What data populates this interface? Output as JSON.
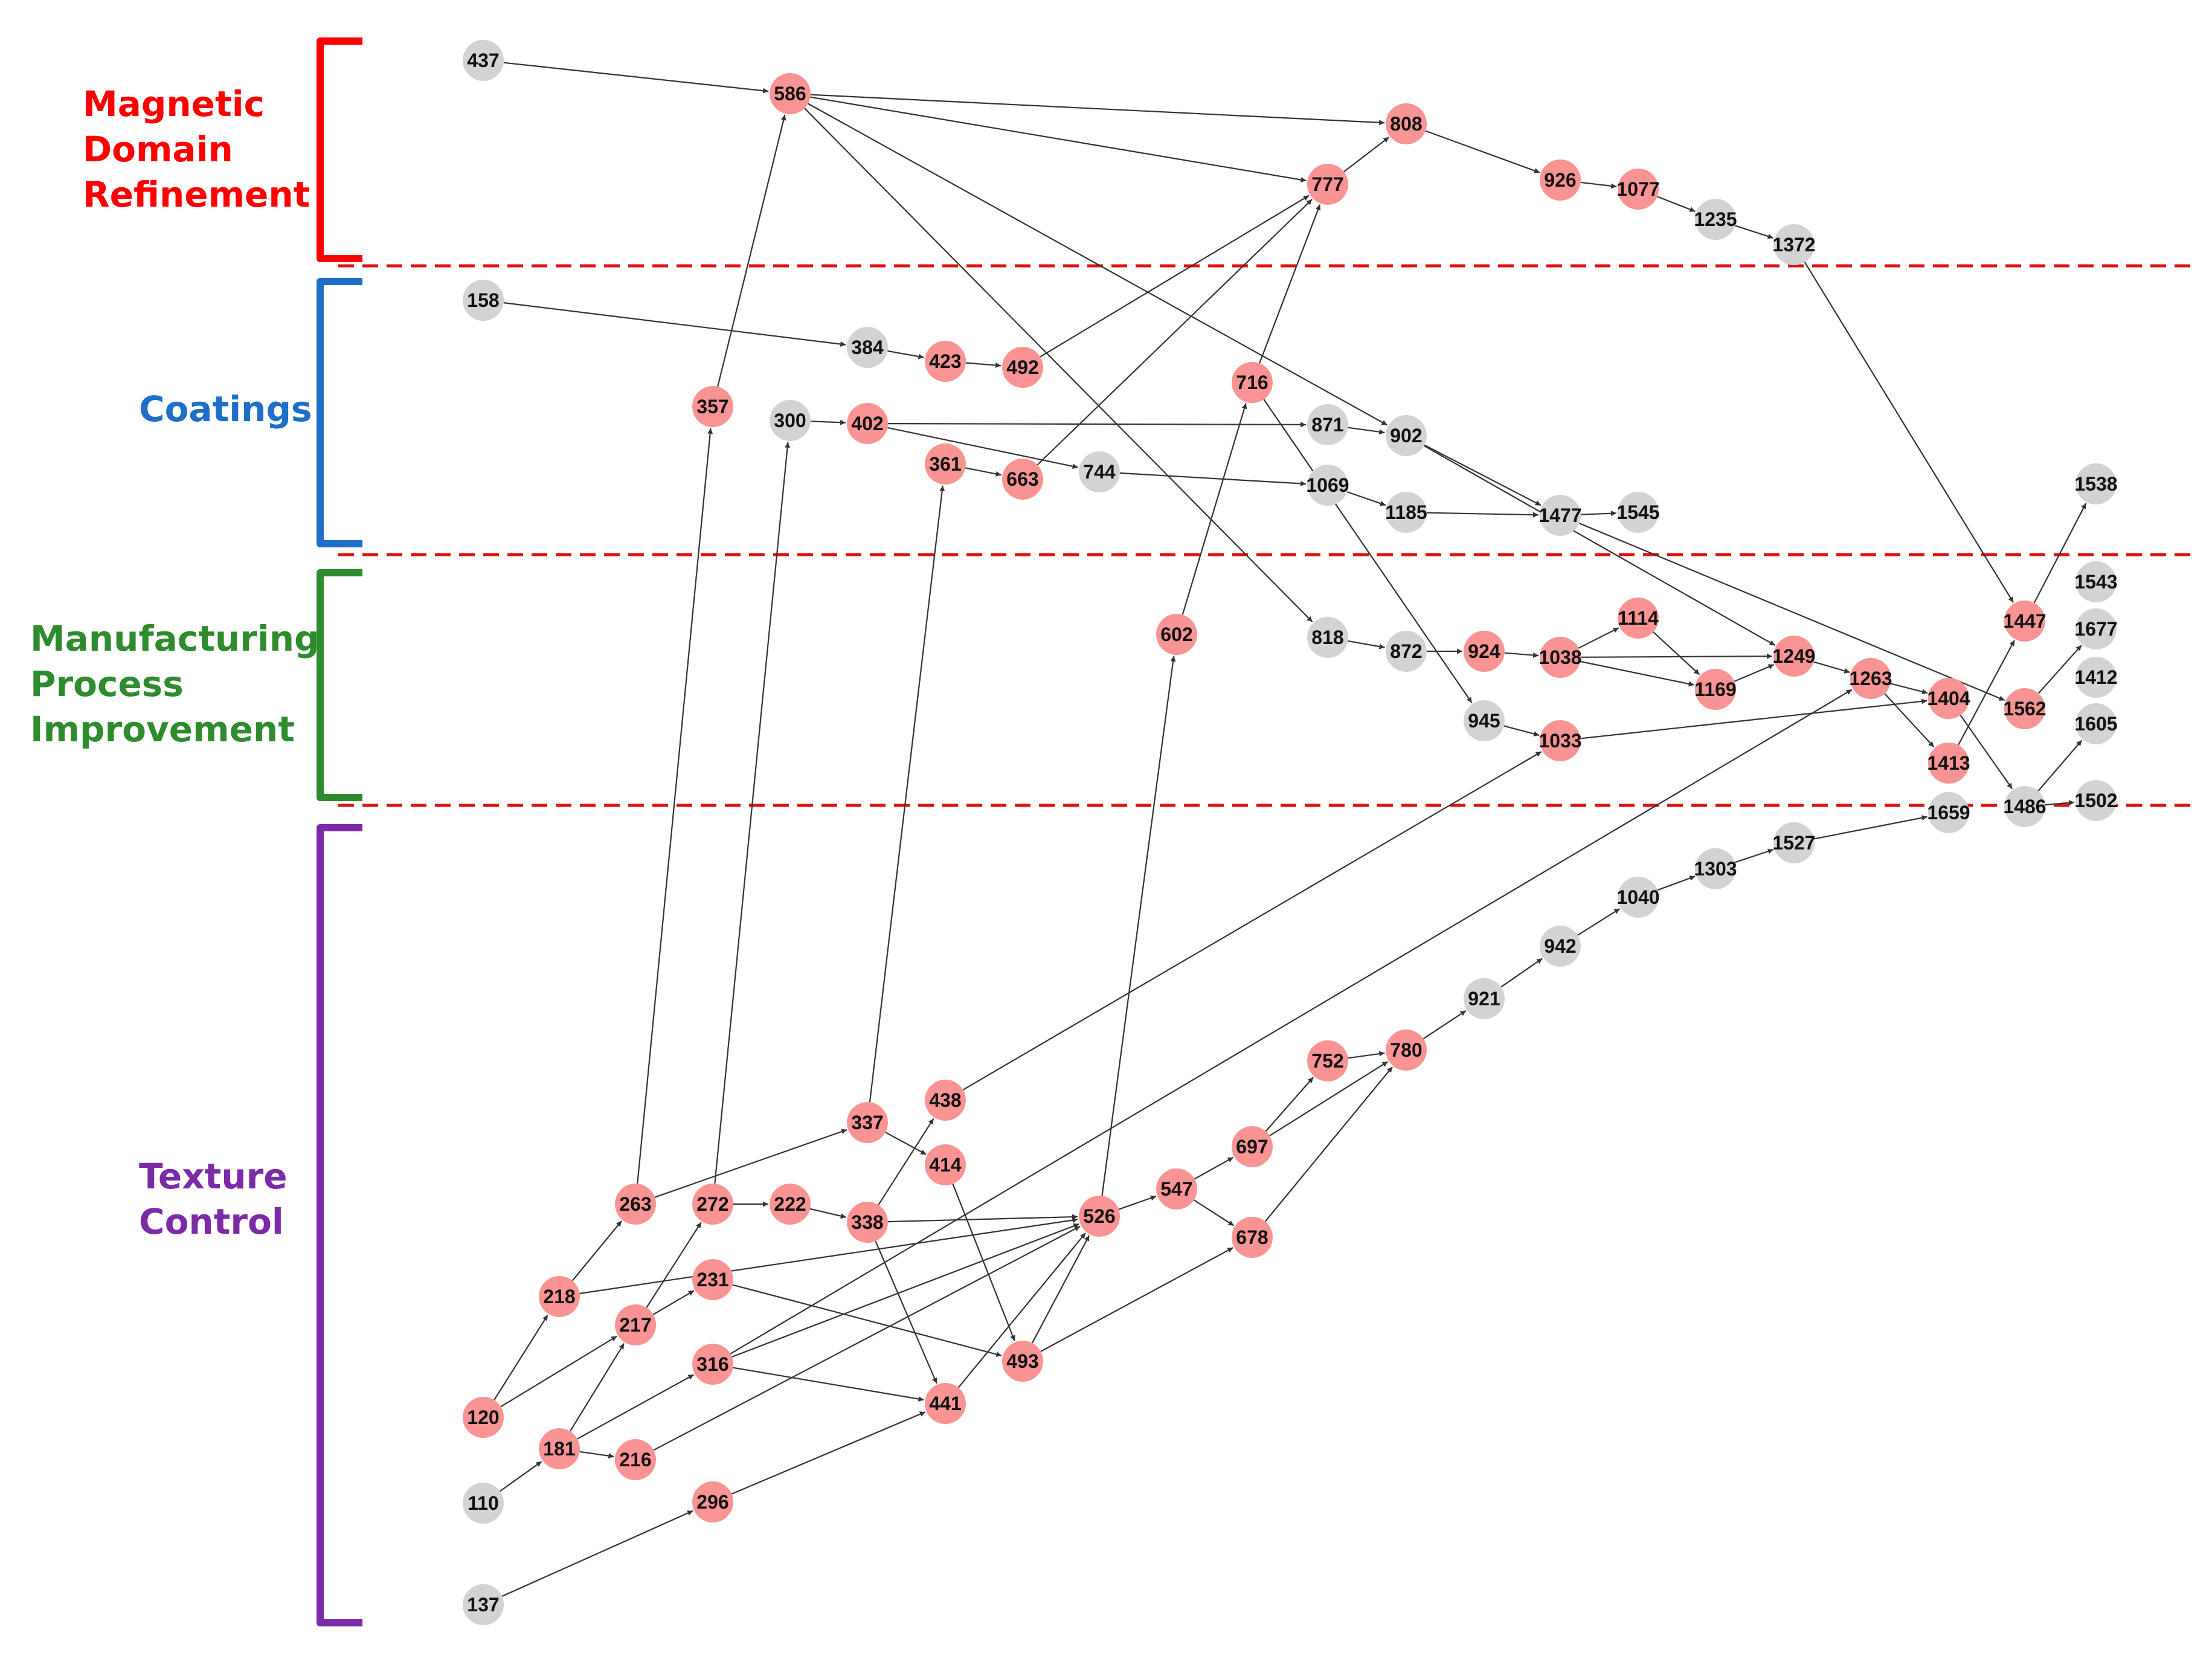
{
  "categories": [
    {
      "id": "magnetic",
      "lines": [
        "Magnetic",
        "Domain",
        "Refinement"
      ],
      "color": "#ff0000"
    },
    {
      "id": "coatings",
      "lines": [
        "Coatings"
      ],
      "color": "#1f6fc8"
    },
    {
      "id": "manufacturing",
      "lines": [
        "Manufacturing",
        "Process",
        "Improvement"
      ],
      "color": "#2e8b2e"
    },
    {
      "id": "texture",
      "lines": [
        "Texture",
        "Control"
      ],
      "color": "#7b2aa8"
    }
  ],
  "colors": {
    "highlight_node": "#fa9494",
    "normal_node": "#d3d3d3",
    "edge": "#333333",
    "divider": "#e01010"
  },
  "nodes": [
    {
      "id": "437",
      "hl": false
    },
    {
      "id": "586",
      "hl": true
    },
    {
      "id": "808",
      "hl": true
    },
    {
      "id": "777",
      "hl": true
    },
    {
      "id": "926",
      "hl": true
    },
    {
      "id": "1077",
      "hl": true
    },
    {
      "id": "1235",
      "hl": false
    },
    {
      "id": "1372",
      "hl": false
    },
    {
      "id": "158",
      "hl": false
    },
    {
      "id": "384",
      "hl": false
    },
    {
      "id": "423",
      "hl": true
    },
    {
      "id": "492",
      "hl": true
    },
    {
      "id": "357",
      "hl": true
    },
    {
      "id": "300",
      "hl": false
    },
    {
      "id": "402",
      "hl": true
    },
    {
      "id": "361",
      "hl": true
    },
    {
      "id": "663",
      "hl": true
    },
    {
      "id": "744",
      "hl": false
    },
    {
      "id": "716",
      "hl": true
    },
    {
      "id": "871",
      "hl": false
    },
    {
      "id": "902",
      "hl": false
    },
    {
      "id": "1069",
      "hl": false
    },
    {
      "id": "1185",
      "hl": false
    },
    {
      "id": "1477",
      "hl": false
    },
    {
      "id": "1545",
      "hl": false
    },
    {
      "id": "1538",
      "hl": false
    },
    {
      "id": "602",
      "hl": true
    },
    {
      "id": "818",
      "hl": false
    },
    {
      "id": "872",
      "hl": false
    },
    {
      "id": "924",
      "hl": true
    },
    {
      "id": "1038",
      "hl": true
    },
    {
      "id": "1114",
      "hl": true
    },
    {
      "id": "1169",
      "hl": true
    },
    {
      "id": "1249",
      "hl": true
    },
    {
      "id": "1263",
      "hl": true
    },
    {
      "id": "1404",
      "hl": true
    },
    {
      "id": "1413",
      "hl": true
    },
    {
      "id": "945",
      "hl": false
    },
    {
      "id": "1033",
      "hl": true
    },
    {
      "id": "1447",
      "hl": true
    },
    {
      "id": "1562",
      "hl": true
    },
    {
      "id": "1543",
      "hl": false
    },
    {
      "id": "1677",
      "hl": false
    },
    {
      "id": "1412",
      "hl": false
    },
    {
      "id": "1605",
      "hl": false
    },
    {
      "id": "1486",
      "hl": false
    },
    {
      "id": "1502",
      "hl": false
    },
    {
      "id": "1659",
      "hl": false
    },
    {
      "id": "1527",
      "hl": false
    },
    {
      "id": "1303",
      "hl": false
    },
    {
      "id": "1040",
      "hl": false
    },
    {
      "id": "942",
      "hl": false
    },
    {
      "id": "921",
      "hl": false
    },
    {
      "id": "780",
      "hl": true
    },
    {
      "id": "752",
      "hl": true
    },
    {
      "id": "697",
      "hl": true
    },
    {
      "id": "678",
      "hl": true
    },
    {
      "id": "547",
      "hl": true
    },
    {
      "id": "526",
      "hl": true
    },
    {
      "id": "438",
      "hl": true
    },
    {
      "id": "337",
      "hl": true
    },
    {
      "id": "414",
      "hl": true
    },
    {
      "id": "338",
      "hl": true
    },
    {
      "id": "222",
      "hl": true
    },
    {
      "id": "272",
      "hl": true
    },
    {
      "id": "263",
      "hl": true
    },
    {
      "id": "231",
      "hl": true
    },
    {
      "id": "218",
      "hl": true
    },
    {
      "id": "217",
      "hl": true
    },
    {
      "id": "316",
      "hl": true
    },
    {
      "id": "493",
      "hl": true
    },
    {
      "id": "441",
      "hl": true
    },
    {
      "id": "120",
      "hl": true
    },
    {
      "id": "181",
      "hl": true
    },
    {
      "id": "216",
      "hl": true
    },
    {
      "id": "110",
      "hl": false
    },
    {
      "id": "296",
      "hl": true
    },
    {
      "id": "137",
      "hl": false
    }
  ],
  "edges": [
    [
      "437",
      "586"
    ],
    [
      "586",
      "808"
    ],
    [
      "586",
      "777"
    ],
    [
      "586",
      "902"
    ],
    [
      "586",
      "818"
    ],
    [
      "777",
      "808"
    ],
    [
      "808",
      "926"
    ],
    [
      "926",
      "1077"
    ],
    [
      "1077",
      "1235"
    ],
    [
      "1235",
      "1372"
    ],
    [
      "1372",
      "1447"
    ],
    [
      "158",
      "384"
    ],
    [
      "384",
      "423"
    ],
    [
      "423",
      "492"
    ],
    [
      "492",
      "777"
    ],
    [
      "663",
      "777"
    ],
    [
      "716",
      "777"
    ],
    [
      "300",
      "402"
    ],
    [
      "402",
      "871"
    ],
    [
      "402",
      "744"
    ],
    [
      "361",
      "663"
    ],
    [
      "744",
      "1069"
    ],
    [
      "871",
      "902"
    ],
    [
      "902",
      "1477"
    ],
    [
      "902",
      "1249"
    ],
    [
      "1069",
      "1185"
    ],
    [
      "1185",
      "1477"
    ],
    [
      "1477",
      "1545"
    ],
    [
      "1477",
      "1562"
    ],
    [
      "716",
      "945"
    ],
    [
      "818",
      "872"
    ],
    [
      "872",
      "924"
    ],
    [
      "924",
      "1038"
    ],
    [
      "1038",
      "1114"
    ],
    [
      "1038",
      "1169"
    ],
    [
      "1038",
      "1249"
    ],
    [
      "1114",
      "1169"
    ],
    [
      "1169",
      "1249"
    ],
    [
      "1249",
      "1263"
    ],
    [
      "1263",
      "1404"
    ],
    [
      "1263",
      "1413"
    ],
    [
      "945",
      "1033"
    ],
    [
      "1033",
      "1404"
    ],
    [
      "1404",
      "1486"
    ],
    [
      "1413",
      "1447"
    ],
    [
      "1447",
      "1538"
    ],
    [
      "1562",
      "1677"
    ],
    [
      "1486",
      "1605"
    ],
    [
      "1486",
      "1502"
    ],
    [
      "1527",
      "1659"
    ],
    [
      "1303",
      "1527"
    ],
    [
      "1040",
      "1303"
    ],
    [
      "942",
      "1040"
    ],
    [
      "921",
      "942"
    ],
    [
      "780",
      "921"
    ],
    [
      "752",
      "780"
    ],
    [
      "697",
      "752"
    ],
    [
      "697",
      "780"
    ],
    [
      "678",
      "780"
    ],
    [
      "547",
      "697"
    ],
    [
      "547",
      "678"
    ],
    [
      "526",
      "547"
    ],
    [
      "526",
      "602"
    ],
    [
      "602",
      "716"
    ],
    [
      "438",
      "1033"
    ],
    [
      "337",
      "361"
    ],
    [
      "337",
      "414"
    ],
    [
      "338",
      "438"
    ],
    [
      "338",
      "526"
    ],
    [
      "338",
      "441"
    ],
    [
      "414",
      "493"
    ],
    [
      "222",
      "338"
    ],
    [
      "272",
      "222"
    ],
    [
      "272",
      "300"
    ],
    [
      "263",
      "337"
    ],
    [
      "263",
      "357"
    ],
    [
      "357",
      "586"
    ],
    [
      "231",
      "493"
    ],
    [
      "218",
      "263"
    ],
    [
      "218",
      "526"
    ],
    [
      "217",
      "272"
    ],
    [
      "217",
      "231"
    ],
    [
      "316",
      "1263"
    ],
    [
      "316",
      "526"
    ],
    [
      "316",
      "441"
    ],
    [
      "493",
      "526"
    ],
    [
      "493",
      "678"
    ],
    [
      "441",
      "526"
    ],
    [
      "120",
      "218"
    ],
    [
      "120",
      "217"
    ],
    [
      "181",
      "217"
    ],
    [
      "181",
      "316"
    ],
    [
      "181",
      "216"
    ],
    [
      "216",
      "526"
    ],
    [
      "110",
      "181"
    ],
    [
      "296",
      "441"
    ],
    [
      "137",
      "296"
    ]
  ]
}
